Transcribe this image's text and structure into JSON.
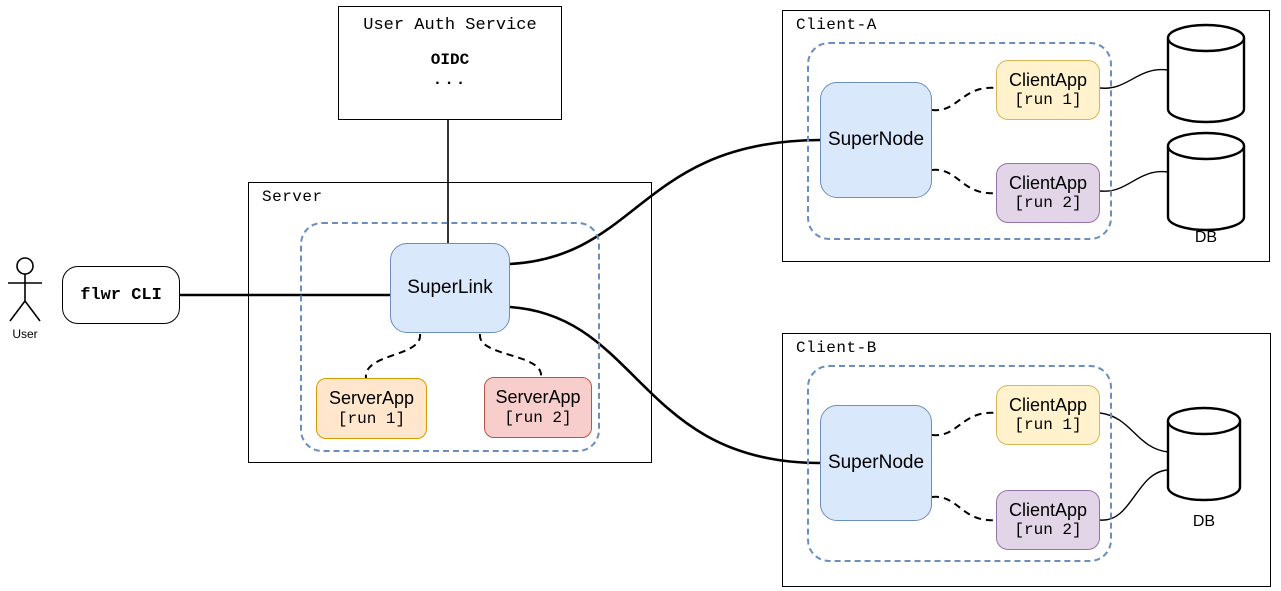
{
  "colors": {
    "blue_fill": "#dae8fc",
    "blue_stroke": "#6c8ebf",
    "yellow_fill": "#fff2cc",
    "yellow_stroke": "#d6b656",
    "orange_fill": "#ffe6cc",
    "orange_stroke": "#d79b00",
    "red_fill": "#f8cecc",
    "red_stroke": "#b85450",
    "purple_fill": "#e1d5e7",
    "purple_stroke": "#9673a6",
    "line": "#000000"
  },
  "user": {
    "label": "User"
  },
  "cli": {
    "label": "flwr CLI"
  },
  "auth": {
    "title": "User Auth Service",
    "protocol": "OIDC",
    "more": "..."
  },
  "server": {
    "label": "Server",
    "superlink_label": "SuperLink",
    "apps": [
      {
        "name": "ServerApp",
        "run": "[run 1]"
      },
      {
        "name": "ServerApp",
        "run": "[run 2]"
      }
    ]
  },
  "clients": [
    {
      "label": "Client-A",
      "supernode_label": "SuperNode",
      "apps": [
        {
          "name": "ClientApp",
          "run": "[run 1]"
        },
        {
          "name": "ClientApp",
          "run": "[run 2]"
        }
      ],
      "db_label": "DB"
    },
    {
      "label": "Client-B",
      "supernode_label": "SuperNode",
      "apps": [
        {
          "name": "ClientApp",
          "run": "[run 1]"
        },
        {
          "name": "ClientApp",
          "run": "[run 2]"
        }
      ],
      "db_label": "DB"
    }
  ]
}
